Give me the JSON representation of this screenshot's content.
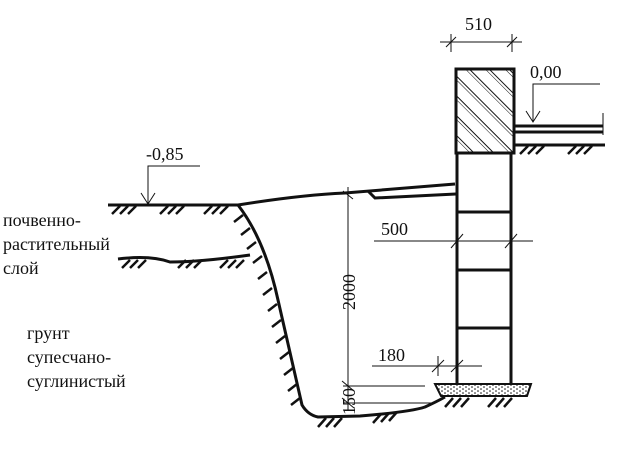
{
  "dimensions": {
    "wall_top_width": "510",
    "wall_width": "500",
    "footing_offset": "180",
    "depth": "2000",
    "footing_height": "150"
  },
  "levels": {
    "floor": "0,00",
    "ground": "-0,85"
  },
  "labels": {
    "topsoil": [
      "почвенно-",
      "растительный",
      "слой"
    ],
    "soil": [
      "грунт",
      "супесчано-",
      "суглинистый"
    ]
  },
  "colors": {
    "ink": "#111111",
    "background": "#ffffff"
  }
}
